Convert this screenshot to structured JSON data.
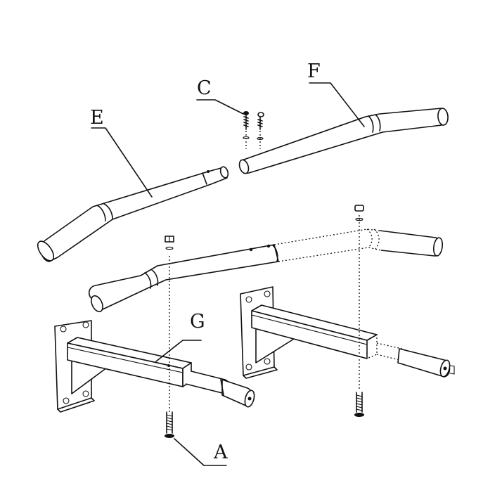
{
  "labels": {
    "a": "A",
    "c": "C",
    "e": "E",
    "f": "F",
    "g": "G"
  }
}
